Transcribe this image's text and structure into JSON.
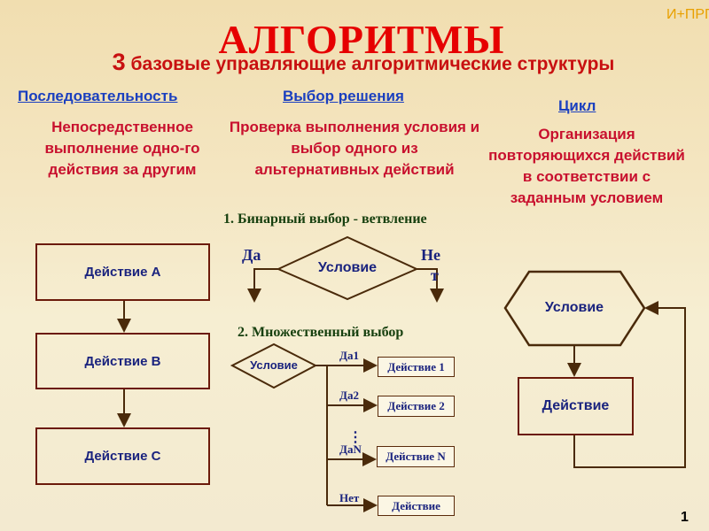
{
  "tag": "И+ПРГ",
  "title": "АЛГОРИТМЫ",
  "subtitle": {
    "num": "3",
    "text": "базовые управляющие алгоритмические структуры"
  },
  "columns": {
    "sequence": {
      "header": "Последовательность",
      "desc": "Непосредственное выполнение одно-го действия за другим",
      "boxes": [
        "Действие А",
        "Действие В",
        "Действие С"
      ]
    },
    "choice": {
      "header": "Выбор решения",
      "desc": "Проверка выполнения условия и выбор одного из альтернативных действий",
      "binary": {
        "title": "1. Бинарный выбор - ветвление",
        "condition": "Условие",
        "yes": "Да",
        "no_1": "Не",
        "no_2": "т"
      },
      "multiple": {
        "title": "2. Множественный выбор",
        "condition": "Условие",
        "branches": [
          {
            "label": "Да1",
            "action": "Действие 1"
          },
          {
            "label": "Да2",
            "action": "Действие 2"
          },
          {
            "label": "ДаN",
            "action": "Действие N"
          },
          {
            "label": "Нет",
            "action": "Действие"
          }
        ],
        "ellipsis": "⋮"
      }
    },
    "loop": {
      "header": "Цикл",
      "desc": "Организация повторяющихся действий в соответствии с заданным условием",
      "condition": "Условие",
      "action": "Действие"
    }
  },
  "page_number": "1"
}
